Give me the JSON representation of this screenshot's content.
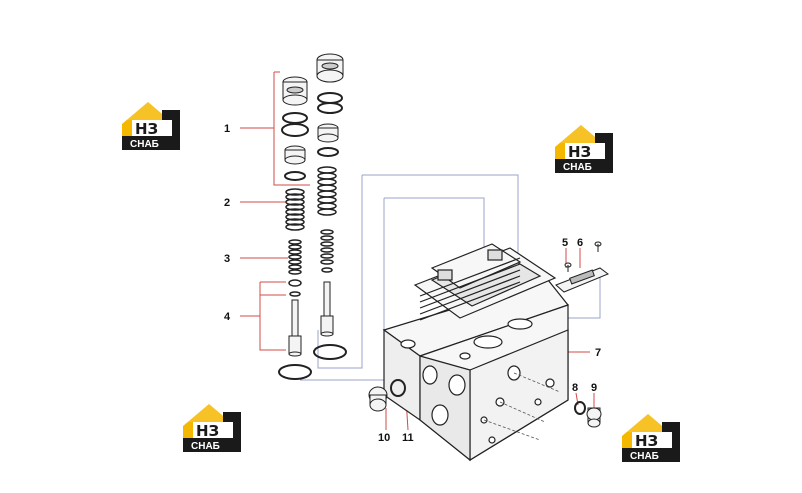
{
  "callouts": {
    "c1": "1",
    "c2": "2",
    "c3": "3",
    "c4": "4",
    "c5": "5",
    "c6": "6",
    "c7": "7",
    "c8": "8",
    "c9": "9",
    "c10": "10",
    "c11": "11"
  },
  "logo": {
    "letters": "НЗ",
    "word": "СНАБ"
  },
  "colors": {
    "leader": "#d34a4a",
    "outline": "#9aa3c8",
    "part_stroke": "#222222",
    "part_fill": "#f4f4f4",
    "logo_yellow": "#f5b800",
    "logo_black": "#1a1a1a"
  }
}
